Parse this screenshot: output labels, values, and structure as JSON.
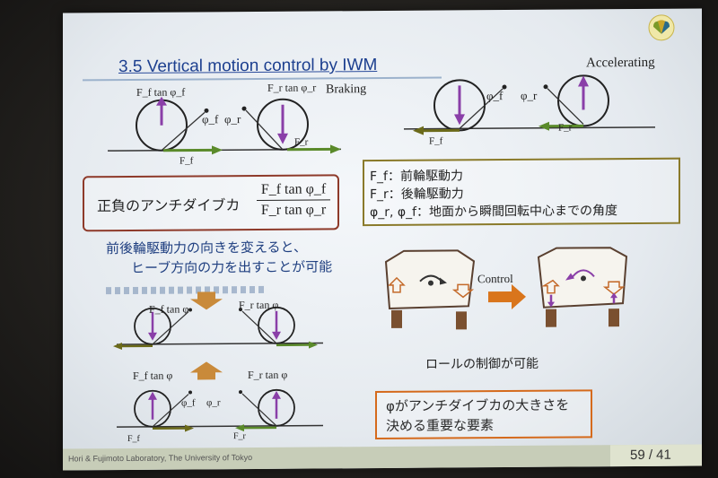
{
  "title": "3.5 Vertical motion control by IWM",
  "top_figures": {
    "braking_label": "Braking",
    "accelerating_label": "Accelerating",
    "front_force_label": "F_f tan φ_f",
    "rear_force_label": "F_r tan φ_r",
    "phi_f": "φ_f",
    "phi_r": "φ_r",
    "f_f": "F_f",
    "f_r": "F_r"
  },
  "anti_dive_box": {
    "label": "正負のアンチダイブカ",
    "numerator": "F_f tan φ_f",
    "denominator": "F_r tan φ_r"
  },
  "definitions_box": {
    "line1": "F_f：前輪駆動力",
    "line2": "F_r：後輪駆動力",
    "line3": "φ_r, φ_f：地面から瞬間回転中心までの角度"
  },
  "heave_text": {
    "line1": "前後輪駆動力の向きを変えると、",
    "line2": "ヒーブ方向の力を出すことが可能"
  },
  "heave_figures": {
    "front_force_label": "F_f tan φ",
    "rear_force_label": "F_r tan φ",
    "phi_f": "φ_f",
    "phi_r": "φ_r",
    "f_f": "F_f",
    "f_r": "F_r"
  },
  "roll_figure": {
    "control_label": "Control",
    "caption": "ロールの制御が可能"
  },
  "phi_box": {
    "line1": "φがアンチダイブカの大きさを",
    "line2": "決める重要な要素"
  },
  "footer": {
    "credit": "Hori & Fujimoto Laboratory, The University of Tokyo",
    "page": "59 / 41"
  },
  "colors": {
    "title": "#1c3f8f",
    "force_arrow_purple": "#8a3fa8",
    "ground_arrow_green": "#5a8a2a",
    "ground_arrow_olive": "#6b6a1a",
    "box_red": "#8e3a2a",
    "box_olive": "#8a7a2a",
    "box_orange": "#d56a1c",
    "control_arrow": "#d9751c"
  }
}
